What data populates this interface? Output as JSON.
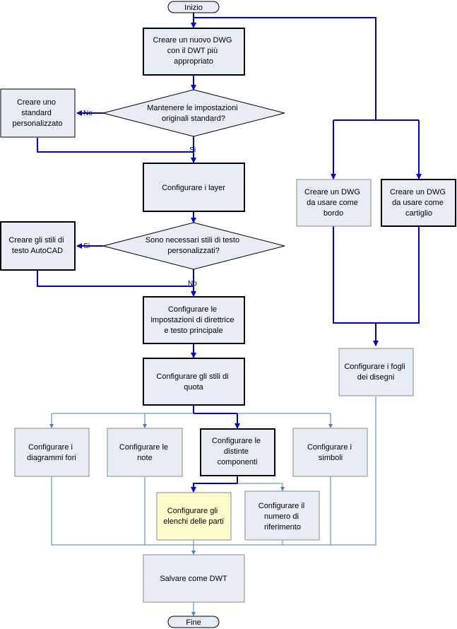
{
  "diagram": {
    "start": "Inizio",
    "end": "Fine",
    "nodes": {
      "create_dwg": [
        "Creare un nuovo DWG",
        "con il DWT più",
        "appropriato"
      ],
      "keep_settings": [
        "Mantenere le impostazioni",
        "originali standard?"
      ],
      "custom_standard": [
        "Creare uno",
        "standard",
        "personalizzato"
      ],
      "layers": [
        "Configurare i layer"
      ],
      "text_styles_q": [
        "Sono necessari stili di testo",
        "personalizzati?"
      ],
      "text_styles": [
        "Creare gli stili di",
        "testo AutoCAD"
      ],
      "leader": [
        "Configurare le",
        "impostazioni di direttrice",
        "e testo principale"
      ],
      "dim_styles": [
        "Configurare gli stili di",
        "quota"
      ],
      "hole_charts": [
        "Configurare i",
        "diagrammi fori"
      ],
      "notes": [
        "Configurare le",
        "note"
      ],
      "bom": [
        "Configurare le",
        "distinte",
        "componenti"
      ],
      "symbols": [
        "Configurare i",
        "simboli"
      ],
      "parts_lists": [
        "Configurare gli",
        "elenchi delle parti"
      ],
      "balloons": [
        "Configurare il",
        "numero di",
        "riferimento"
      ],
      "save_dwt": [
        "Salvare come DWT"
      ],
      "border_dwg": [
        "Creare un DWG",
        "da usare come",
        "bordo"
      ],
      "titleblock_dwg": [
        "Creare un DWG",
        "da usare come",
        "cartiglio"
      ],
      "sheets": [
        "Configurare i fogli",
        "dei disegni"
      ]
    },
    "edge_labels": {
      "no1": "No",
      "yes1": "Sì",
      "yes2": "Sì",
      "no2": "No"
    }
  },
  "colors": {
    "bold_flow": "#0000dd",
    "thin_flow": "#4a7ebb",
    "box_fill": "#e8ecf4",
    "highlight_fill": "#fdfdcc"
  }
}
